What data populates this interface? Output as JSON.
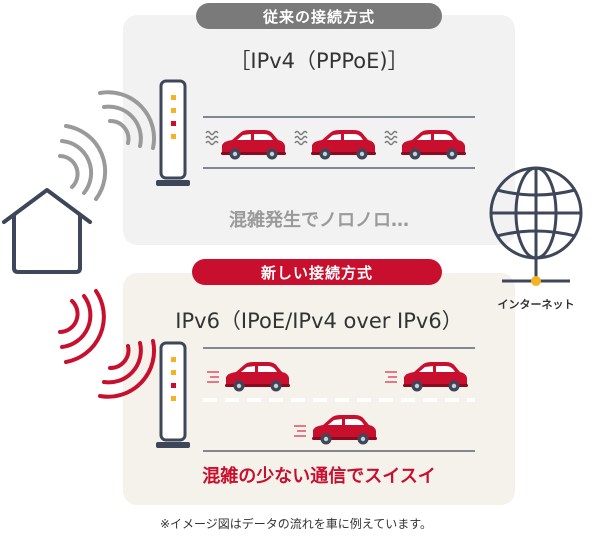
{
  "old_method": {
    "badge": "従来の接続方式",
    "title": "［IPv4（PPPoE)］",
    "caption": "混雑発生でノロノロ…"
  },
  "new_method": {
    "badge": "新しい接続方式",
    "title": "IPv6（IPoE/IPv4 over IPv6）",
    "caption": "混雑の少ない通信でスイスイ"
  },
  "internet_label": "インターネット",
  "footnote": "※イメージ図はデータの流れを車に例えています。",
  "colors": {
    "accent_red": "#c8102e",
    "neutral_gray": "#7a7a7a",
    "icon_navy": "#3d4759",
    "router_yellow": "#f3b323"
  },
  "icons": [
    "house-icon",
    "router-icon",
    "car-icon",
    "globe-icon",
    "wifi-wave-icon"
  ]
}
